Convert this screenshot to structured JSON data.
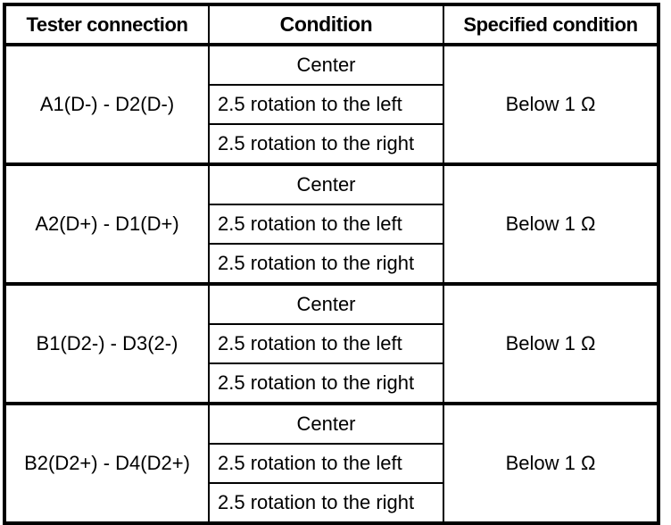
{
  "table": {
    "headers": {
      "tester_connection": "Tester connection",
      "condition": "Condition",
      "specified_condition": "Specified condition"
    },
    "conditions": {
      "center": "Center",
      "rotate_left": "2.5 rotation to the left",
      "rotate_right": "2.5 rotation to the right"
    },
    "specified_value": "Below 1 Ω",
    "groups": [
      {
        "tester_connection": "A1(D-) - D2(D-)",
        "conditions": [
          "Center",
          "2.5 rotation to the left",
          "2.5 rotation to the right"
        ],
        "specified_condition": "Below 1 Ω"
      },
      {
        "tester_connection": "A2(D+) - D1(D+)",
        "conditions": [
          "Center",
          "2.5 rotation to the left",
          "2.5 rotation to the right"
        ],
        "specified_condition": "Below 1 Ω"
      },
      {
        "tester_connection": "B1(D2-) - D3(2-)",
        "conditions": [
          "Center",
          "2.5 rotation to the left",
          "2.5 rotation to the right"
        ],
        "specified_condition": "Below 1 Ω"
      },
      {
        "tester_connection": "B2(D2+) - D4(D2+)",
        "conditions": [
          "Center",
          "2.5 rotation to the left",
          "2.5 rotation to the right"
        ],
        "specified_condition": "Below 1 Ω"
      }
    ]
  },
  "colors": {
    "border": "#000000",
    "text": "#000000",
    "background": "#ffffff"
  }
}
